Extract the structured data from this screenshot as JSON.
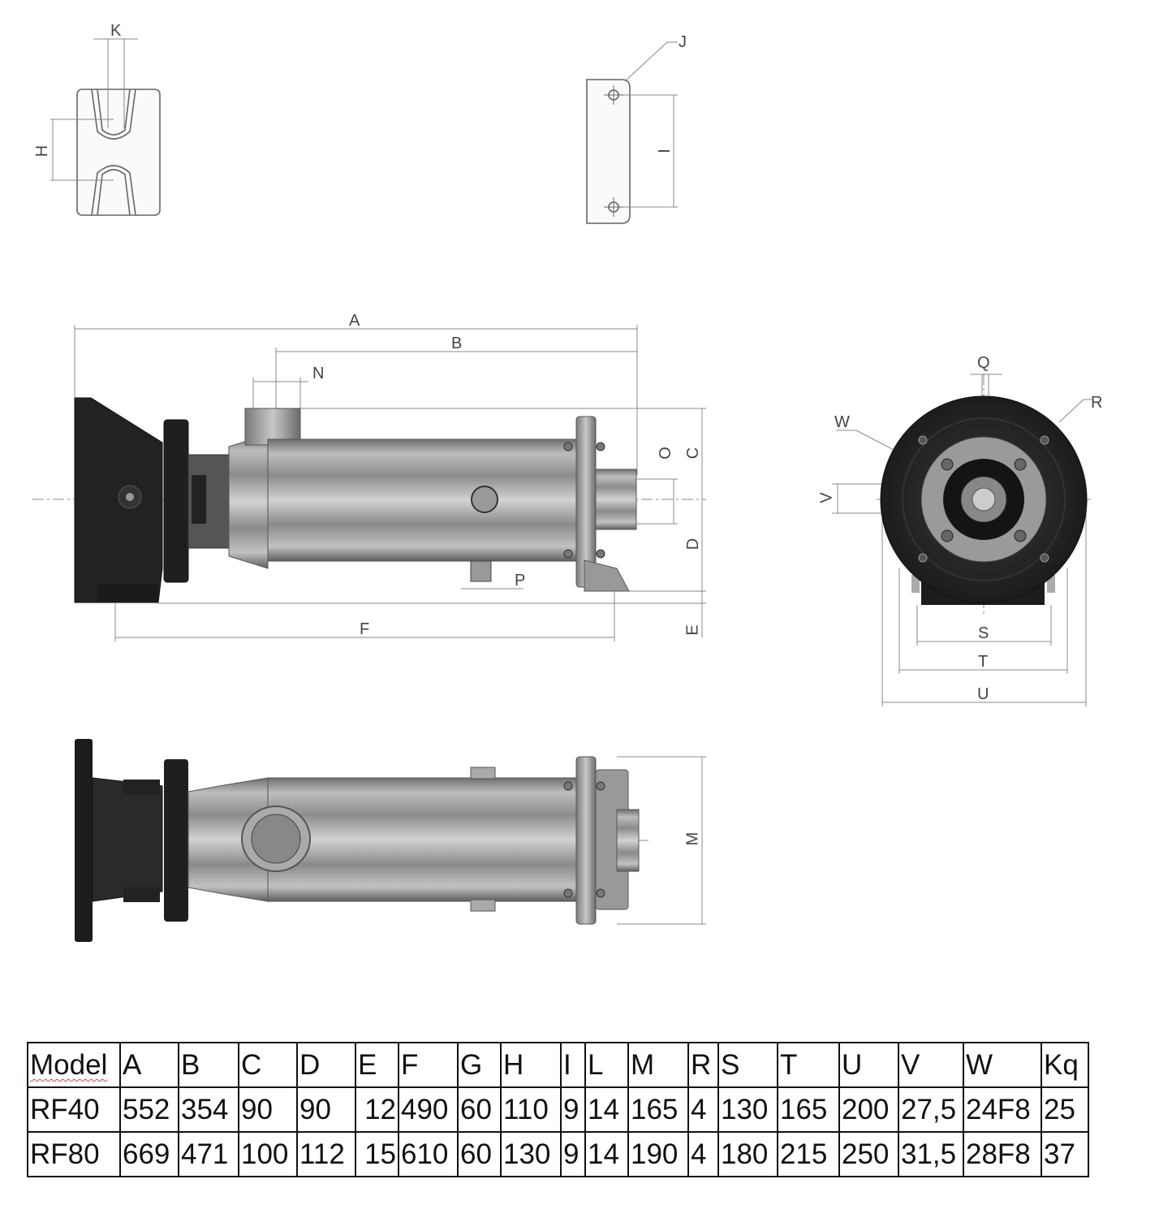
{
  "drawing": {
    "detail_top_left": {
      "labels": {
        "k": "K",
        "h": "H"
      }
    },
    "detail_top_middle": {
      "labels": {
        "j": "J",
        "i": "I"
      }
    },
    "side_view": {
      "labels": {
        "a": "A",
        "b": "B",
        "n": "N",
        "o": "O",
        "c": "C",
        "d": "D",
        "p": "P",
        "f": "F",
        "e": "E"
      }
    },
    "end_view": {
      "labels": {
        "q": "Q",
        "r": "R",
        "w": "W",
        "v": "V",
        "s": "S",
        "t": "T",
        "u": "U"
      }
    },
    "top_view": {
      "labels": {
        "m": "M"
      }
    }
  },
  "table": {
    "headers": [
      "Model",
      "A",
      "B",
      "C",
      "D",
      "E",
      "F",
      "G",
      "H",
      "I",
      "L",
      "M",
      "R",
      "S",
      "T",
      "U",
      "V",
      "W",
      "Kq"
    ],
    "rows": [
      [
        "RF40",
        "552",
        "354",
        "90",
        "90",
        "12",
        "490",
        "60",
        "110",
        "9",
        "14",
        "165",
        "4",
        "130",
        "165",
        "200",
        "27,5",
        "24F8",
        "25"
      ],
      [
        "RF80",
        "669",
        "471",
        "100",
        "112",
        "15",
        "610",
        "60",
        "130",
        "9",
        "14",
        "190",
        "4",
        "180",
        "215",
        "250",
        "31,5",
        "28F8",
        "37"
      ]
    ]
  }
}
